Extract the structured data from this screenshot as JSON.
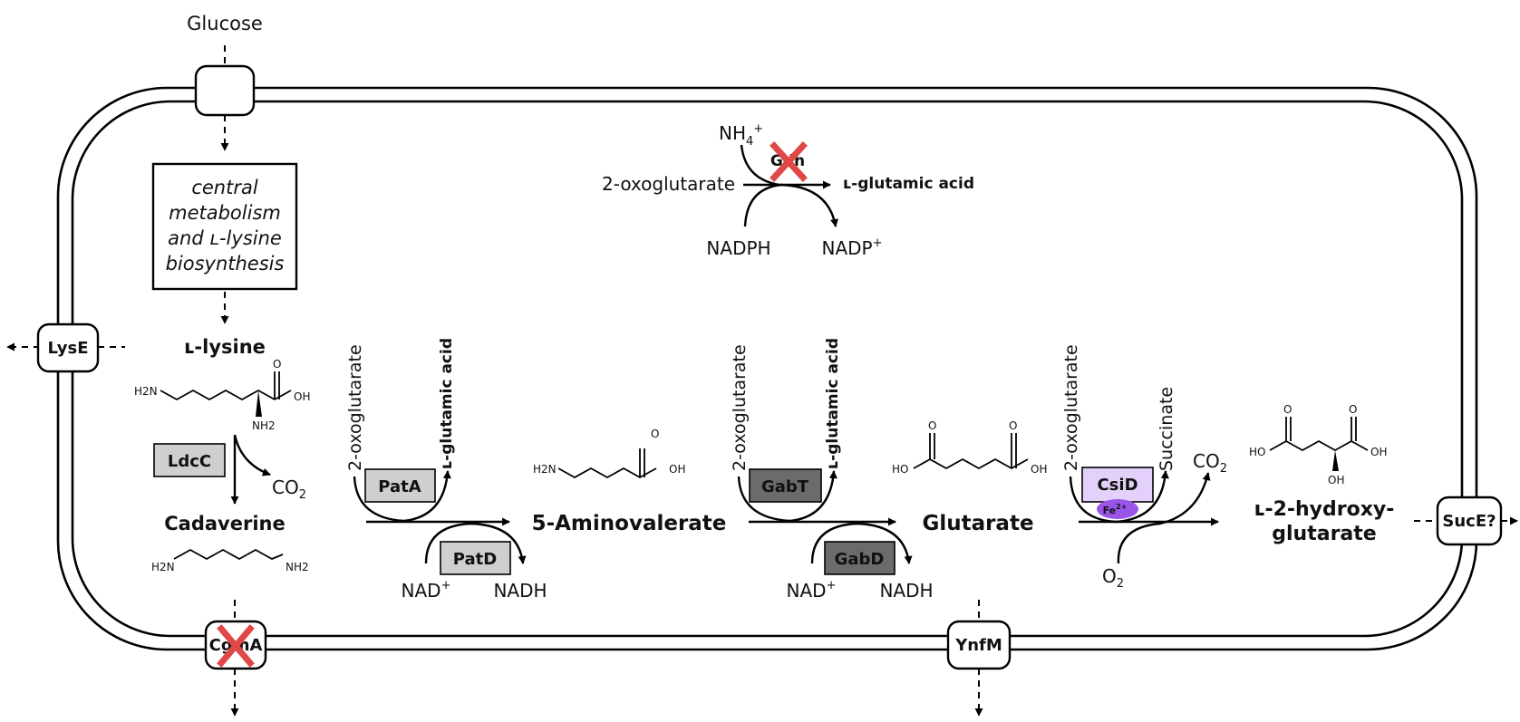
{
  "colors": {
    "lysine": "#4f8ef0",
    "cadaverine": "#8c8c8c",
    "glutamic": "#f0a500",
    "aminovalerate": "#cc1010",
    "glutarate": "#15a84a",
    "hydroxyglutarate": "#b07ce8",
    "enzyme_light": "#cfcfcf",
    "enzyme_dark": "#6b6b6b",
    "csid": "#e3d1fb",
    "fe": "#9a55e8",
    "knockout": "#e04848"
  },
  "glucose": "Glucose",
  "central": {
    "line1": "central",
    "line2": "metabolism",
    "line3": "and ʟ-lysine",
    "line4": "biosynthesis"
  },
  "transporters": {
    "lyse": "LysE",
    "cgma": "CgmA",
    "ynfm": "YnfM",
    "suce": "SucE?"
  },
  "gdh_reaction": {
    "nh4": "NH",
    "nh4_sub": "4",
    "nh4_sup": "+",
    "enzyme": "Gdh",
    "substrate": "2-oxoglutarate",
    "product": "ʟ-glutamic acid",
    "cofactor_in": "NADPH",
    "cofactor_out": "NADP",
    "cofactor_out_sup": "+"
  },
  "lysine": {
    "name": "ʟ-lysine",
    "h2n": "H2N",
    "oh": "OH",
    "o": "O",
    "nh2": "NH2"
  },
  "ldcc": {
    "enzyme": "LdcC",
    "co2": "CO",
    "co2_sub": "2"
  },
  "cadaverine": {
    "name": "Cadaverine",
    "h2n": "H2N",
    "nh2": "NH2"
  },
  "pata_step": {
    "enzyme": "PatA",
    "substrate": "2-oxoglutarate",
    "product": "ʟ-glutamic acid"
  },
  "patd_step": {
    "enzyme": "PatD",
    "nad": "NAD",
    "nad_sup": "+",
    "nadh": "NADH"
  },
  "aminovalerate": {
    "name": "5-Aminovalerate",
    "h2n": "H2N",
    "oh": "OH",
    "o": "O"
  },
  "gabt_step": {
    "enzyme": "GabT",
    "substrate": "2-oxoglutarate",
    "product": "ʟ-glutamic acid"
  },
  "gabd_step": {
    "enzyme": "GabD",
    "nad": "NAD",
    "nad_sup": "+",
    "nadh": "NADH"
  },
  "glutarate": {
    "name": "Glutarate",
    "ho": "HO",
    "oh": "OH",
    "o": "O"
  },
  "csid_step": {
    "enzyme": "CsiD",
    "cofactor": "Fe",
    "cofactor_sup": "2+",
    "substrate": "2-oxoglutarate",
    "product": "Succinate",
    "co2": "CO",
    "co2_sub": "2",
    "o2": "O",
    "o2_sub": "2"
  },
  "hydroxyglutarate": {
    "line1": "ʟ-2-hydroxy-",
    "line2": "glutarate",
    "ho": "HO",
    "oh": "OH",
    "oh_sub": "OH",
    "o": "O"
  }
}
